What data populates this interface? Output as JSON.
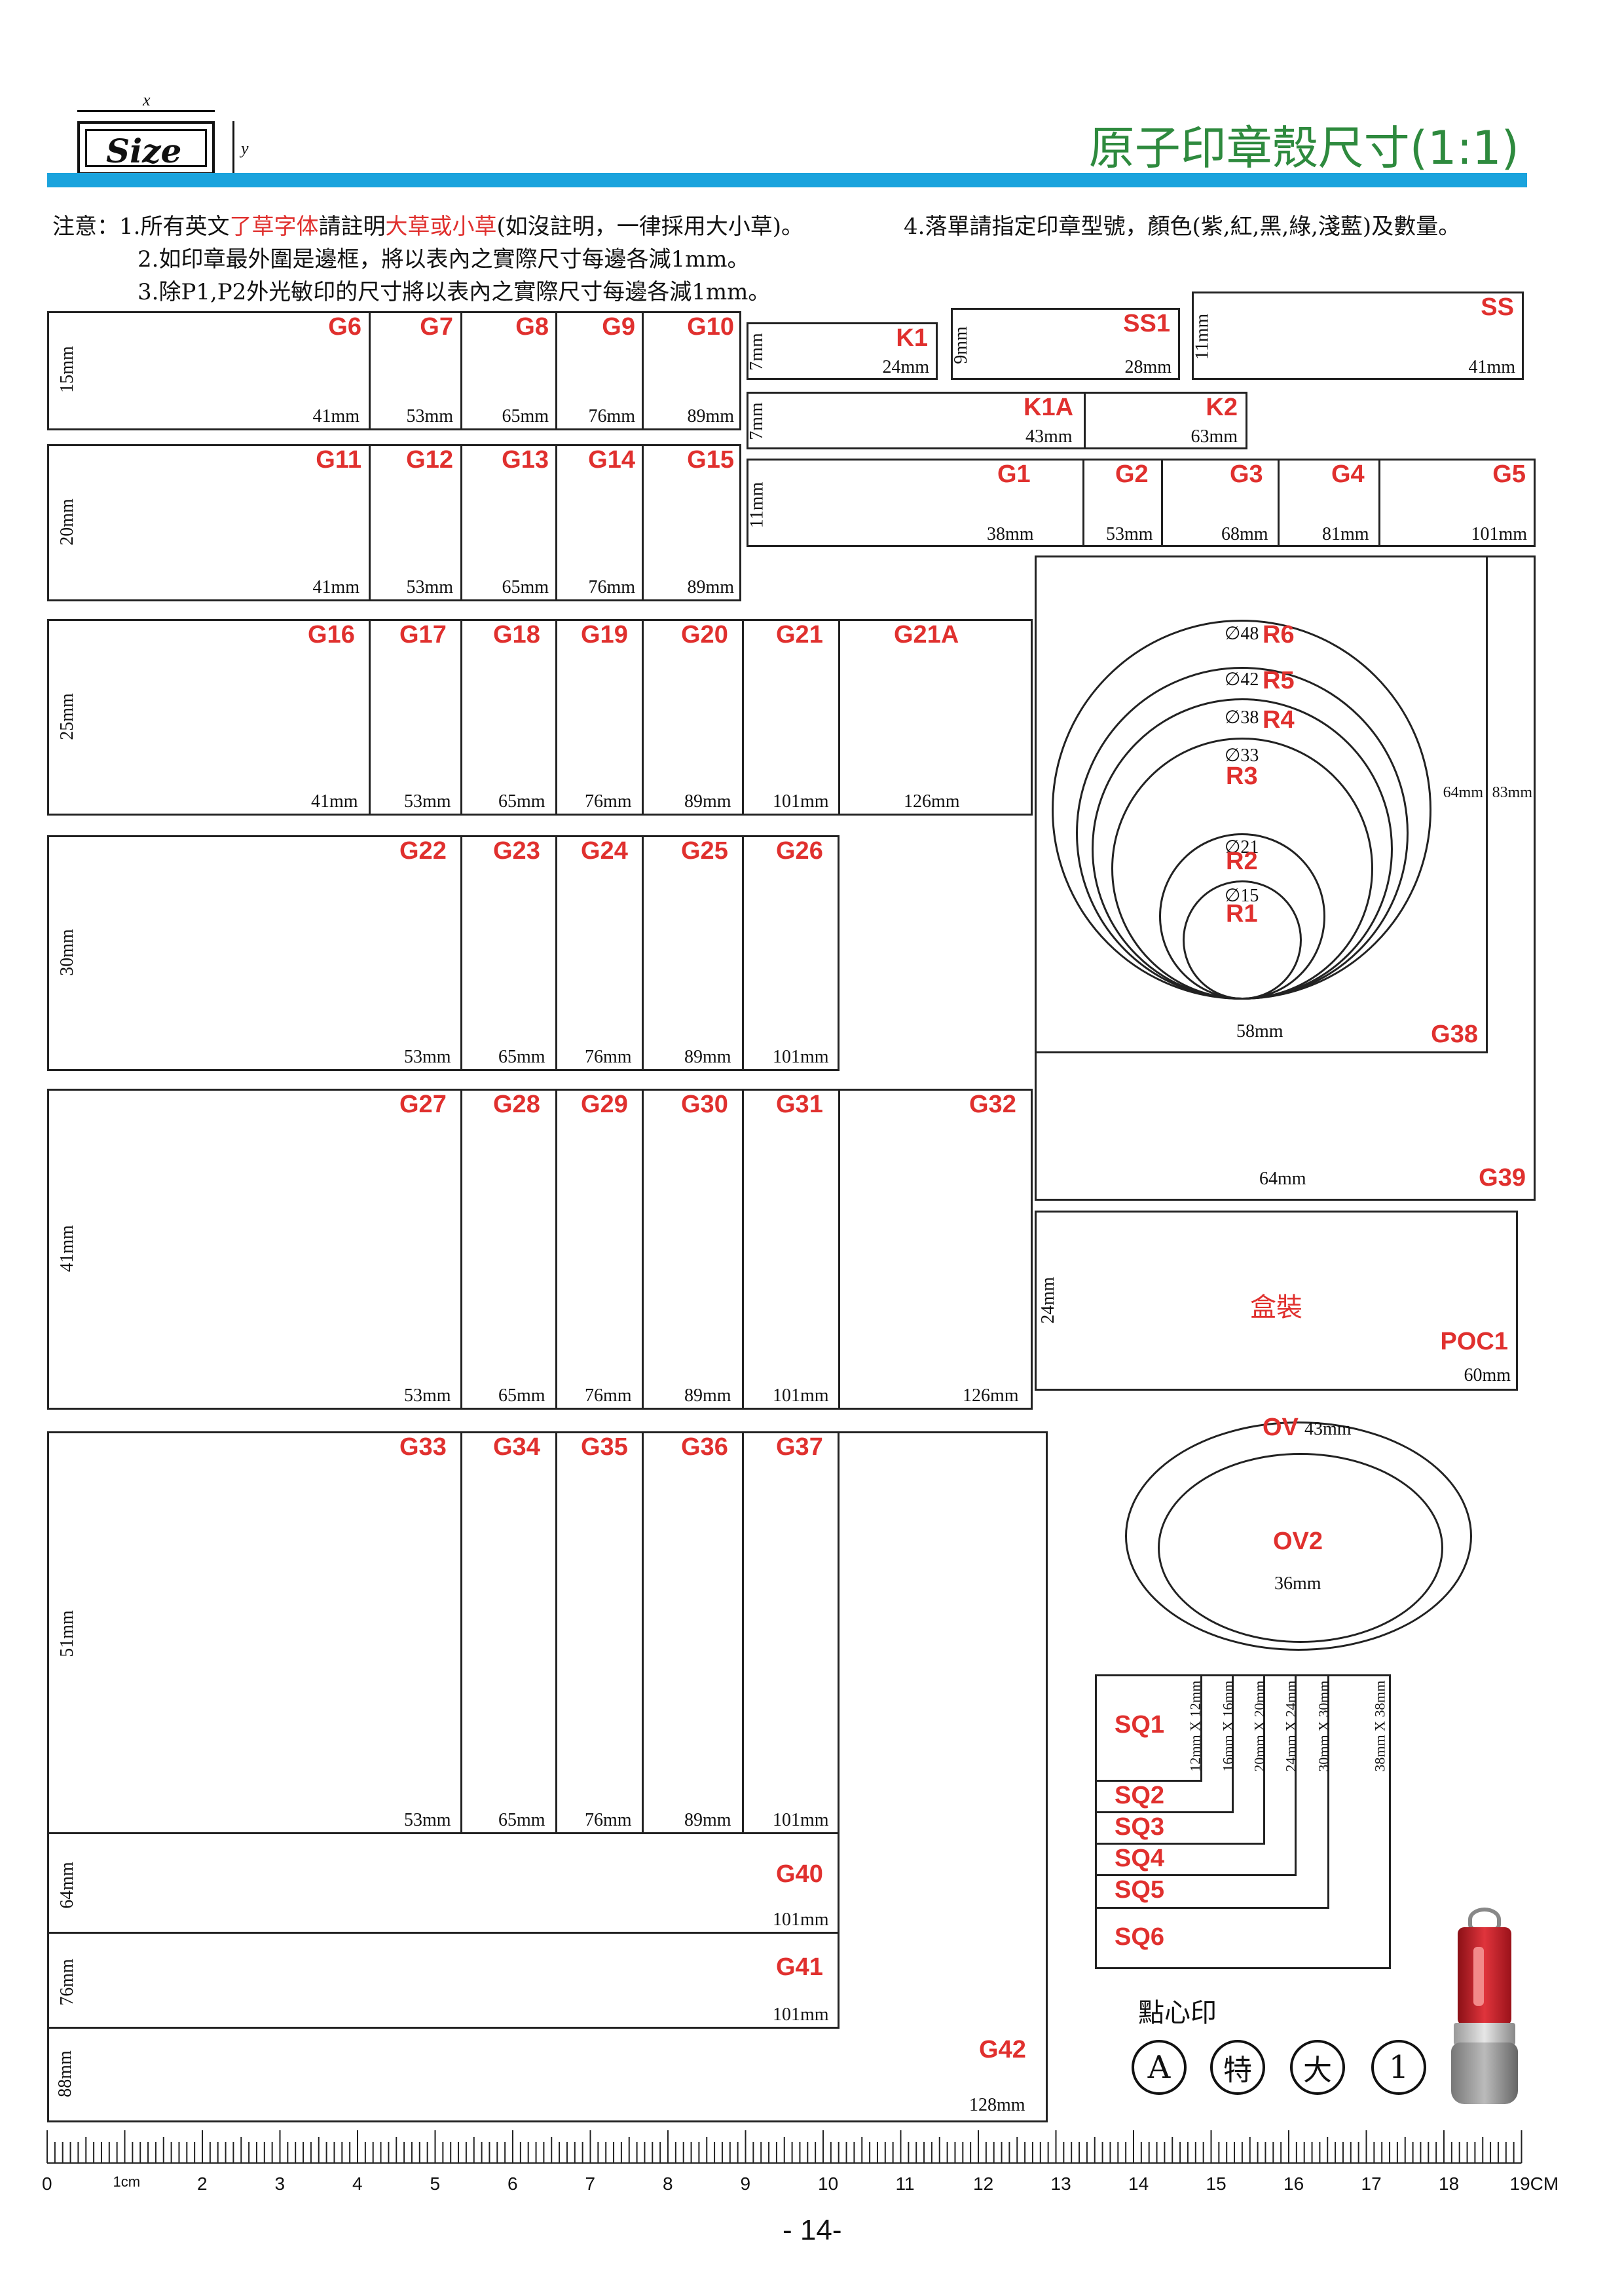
{
  "header": {
    "logo_text": "Size",
    "logo_x": "x",
    "logo_y": "y",
    "title": "原子印章殼尺寸(1:1)",
    "accent_color": "#1aa3dd",
    "title_color": "#2e8a3e"
  },
  "notes": {
    "prefix": "注意：",
    "n1_a": "1.所有英文",
    "n1_b": "了草字体",
    "n1_c": "請註明",
    "n1_d": "大草或小草",
    "n1_e": "(如沒註明，一律採用大小草)。",
    "n4": "4.落單請指定印章型號，顏色(紫,紅,黑,綠,淺藍)及數量。",
    "n2": "2.如印章最外圍是邊框，將以表內之實際尺寸每邊各減1mm。",
    "n3": "3.除P1,P2外光敏印的尺寸將以表內之實際尺寸每邊各減1mm。"
  },
  "boxes": {
    "row15": {
      "height": "15mm",
      "codes": [
        "G6",
        "G7",
        "G8",
        "G9",
        "G10"
      ],
      "widths": [
        "41mm",
        "53mm",
        "65mm",
        "76mm",
        "89mm"
      ]
    },
    "row20": {
      "height": "20mm",
      "codes": [
        "G11",
        "G12",
        "G13",
        "G14",
        "G15"
      ],
      "widths": [
        "41mm",
        "53mm",
        "65mm",
        "76mm",
        "89mm"
      ]
    },
    "row25": {
      "height": "25mm",
      "codes": [
        "G16",
        "G17",
        "G18",
        "G19",
        "G20",
        "G21",
        "G21A"
      ],
      "widths": [
        "41mm",
        "53mm",
        "65mm",
        "76mm",
        "89mm",
        "101mm",
        "126mm"
      ]
    },
    "row30": {
      "height": "30mm",
      "codes": [
        "G22",
        "G23",
        "G24",
        "G25",
        "G26"
      ],
      "widths": [
        "53mm",
        "65mm",
        "76mm",
        "89mm",
        "101mm"
      ]
    },
    "row41": {
      "height": "41mm",
      "codes": [
        "G27",
        "G28",
        "G29",
        "G30",
        "G31",
        "G32"
      ],
      "widths": [
        "53mm",
        "65mm",
        "76mm",
        "89mm",
        "101mm",
        "126mm"
      ]
    },
    "row51": {
      "height": "51mm",
      "codes": [
        "G33",
        "G34",
        "G35",
        "G36",
        "G37"
      ],
      "widths": [
        "53mm",
        "65mm",
        "76mm",
        "89mm",
        "101mm"
      ]
    },
    "g40": {
      "height": "64mm",
      "code": "G40",
      "width": "101mm"
    },
    "g41": {
      "height": "76mm",
      "code": "G41",
      "width": "101mm"
    },
    "g42": {
      "height": "88mm",
      "code": "G42",
      "width": "128mm"
    },
    "k1": {
      "height": "7mm",
      "code": "K1",
      "width": "24mm"
    },
    "ss1": {
      "height": "9mm",
      "code": "SS1",
      "width": "28mm"
    },
    "ss": {
      "height": "11mm",
      "code": "SS",
      "width": "41mm"
    },
    "k1a": {
      "height": "7mm",
      "codes": [
        "K1A",
        "K2"
      ],
      "widths": [
        "43mm",
        "63mm"
      ]
    },
    "row11": {
      "height": "11mm",
      "codes": [
        "G1",
        "G2",
        "G3",
        "G4",
        "G5"
      ],
      "widths": [
        "38mm",
        "53mm",
        "68mm",
        "81mm",
        "101mm"
      ]
    },
    "g38": {
      "code": "G38",
      "width": "58mm",
      "height": "64mm"
    },
    "g39": {
      "code": "G39",
      "width": "64mm",
      "height": "83mm"
    },
    "round": [
      {
        "code": "R6",
        "dia": "∅48"
      },
      {
        "code": "R5",
        "dia": "∅42"
      },
      {
        "code": "R4",
        "dia": "∅38"
      },
      {
        "code": "R3",
        "dia": "∅33"
      },
      {
        "code": "R2",
        "dia": "∅21"
      },
      {
        "code": "R1",
        "dia": "∅15"
      }
    ],
    "poc1": {
      "code": "POC1",
      "label": "盒裝",
      "height": "24mm",
      "width": "60mm"
    },
    "ov": {
      "code": "OV",
      "width": "43mm"
    },
    "ov2": {
      "code": "OV2",
      "width": "36mm"
    },
    "sq": {
      "codes": [
        "SQ1",
        "SQ2",
        "SQ3",
        "SQ4",
        "SQ5",
        "SQ6"
      ],
      "sizes": [
        "12mm X 12mm",
        "16mm X 16mm",
        "20mm X 20mm",
        "24mm X 24mm",
        "30mm X 30mm",
        "38mm X 38mm"
      ]
    }
  },
  "dotstamp": {
    "label": "點心印",
    "chars": [
      "A",
      "特",
      "大",
      "1"
    ]
  },
  "ruler": {
    "labels": [
      "0",
      "1cm",
      "2",
      "3",
      "4",
      "5",
      "6",
      "7",
      "8",
      "9",
      "10",
      "11",
      "12",
      "13",
      "14",
      "15",
      "16",
      "17",
      "18",
      "19CM"
    ]
  },
  "page_number": "- 14-"
}
